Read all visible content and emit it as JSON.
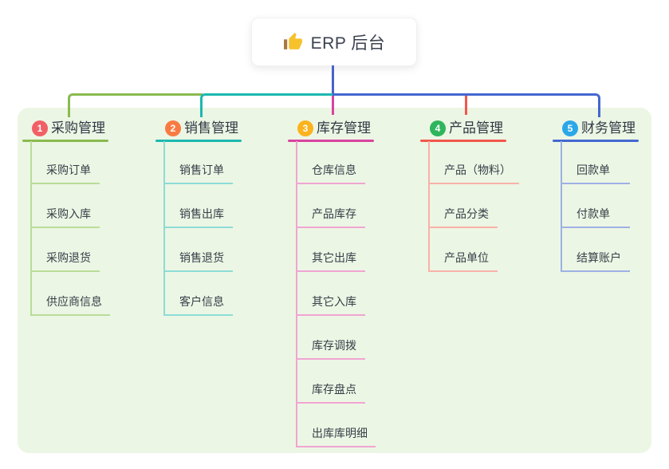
{
  "root": {
    "title": "ERP 后台",
    "icon": "thumbs-up-icon"
  },
  "theme": {
    "canvas_bg": "#ffffff",
    "panel_bg": "#ecf6e4",
    "root_line_color": "#4a62c8",
    "root_text_color": "#3b4150",
    "node_text_color": "#383e49",
    "thumb_color": "#f6c12b",
    "thumb_cuff_color": "#a8773d"
  },
  "branches": [
    {
      "index": "1",
      "label": "采购管理",
      "color": "#8aba4f",
      "light_color": "#b9dc98",
      "badge_color": "#f25f66",
      "children": [
        "采购订单",
        "采购入库",
        "采购退货",
        "供应商信息"
      ]
    },
    {
      "index": "2",
      "label": "销售管理",
      "color": "#1cb8b0",
      "light_color": "#8cdcd6",
      "badge_color": "#f97b42",
      "children": [
        "销售订单",
        "销售出库",
        "销售退货",
        "客户信息"
      ]
    },
    {
      "index": "3",
      "label": "库存管理",
      "color": "#d8439f",
      "light_color": "#f0a5d2",
      "badge_color": "#fcb31d",
      "children": [
        "仓库信息",
        "产品库存",
        "其它出库",
        "其它入库",
        "库存调拨",
        "库存盘点",
        "出库库明细"
      ]
    },
    {
      "index": "4",
      "label": "产品管理",
      "color": "#f2574d",
      "light_color": "#f8b2a8",
      "badge_color": "#2eb55d",
      "children": [
        "产品（物料）",
        "产品分类",
        "产品单位"
      ]
    },
    {
      "index": "5",
      "label": "财务管理",
      "color": "#4468d0",
      "light_color": "#9db1e4",
      "badge_color": "#2ba7e8",
      "children": [
        "回款单",
        "付款单",
        "结算账户"
      ]
    }
  ]
}
